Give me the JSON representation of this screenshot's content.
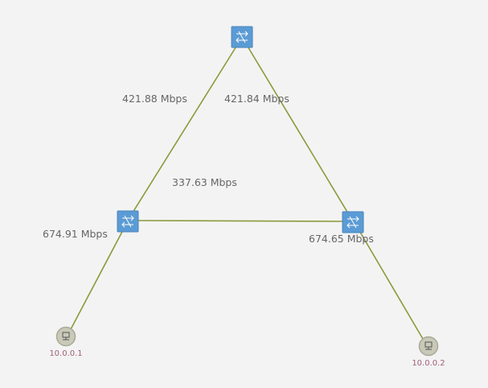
{
  "topology": {
    "links": [
      {
        "id": "s1-s2",
        "label": "421.88 Mbps"
      },
      {
        "id": "s1-s3",
        "label": "421.84 Mbps"
      },
      {
        "id": "s2-s3",
        "label": "337.63 Mbps"
      },
      {
        "id": "h1-s2",
        "label": "674.91 Mbps"
      },
      {
        "id": "h2-s3",
        "label": "674.65 Mbps"
      }
    ],
    "hosts": [
      {
        "id": "h1",
        "ip": "10.0.0.1",
        "icon": "host-icon"
      },
      {
        "id": "h2",
        "ip": "10.0.0.2",
        "icon": "host-icon"
      }
    ],
    "switches": [
      {
        "id": "s1",
        "icon": "switch-icon"
      },
      {
        "id": "s2",
        "icon": "switch-icon"
      },
      {
        "id": "s3",
        "icon": "switch-icon"
      }
    ],
    "colors": {
      "link": "#8a9a3a",
      "switch": "#5b9bd5",
      "host": "#c9c9b8",
      "link_label": "#666666",
      "host_label": "#a0607a",
      "background": "#f3f3f3"
    }
  }
}
